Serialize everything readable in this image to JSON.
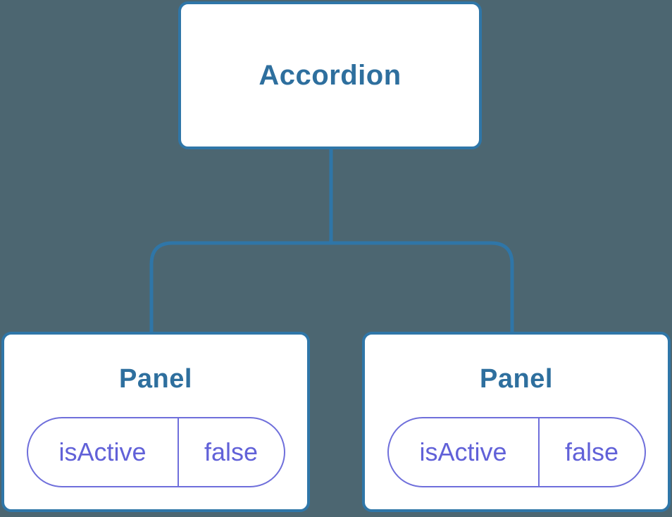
{
  "colors": {
    "background": "#4C6671",
    "line_blue": "#2F76A8",
    "title_blue": "#2E6F9E",
    "pill_purple_border": "#6F6FDB",
    "pill_purple_text": "#6161D8",
    "box_fill": "#FFFFFF"
  },
  "tree": {
    "root": {
      "label": "Accordion"
    },
    "children": [
      {
        "label": "Panel",
        "props": [
          {
            "name": "isActive",
            "value": "false"
          }
        ]
      },
      {
        "label": "Panel",
        "props": [
          {
            "name": "isActive",
            "value": "false"
          }
        ]
      }
    ]
  }
}
